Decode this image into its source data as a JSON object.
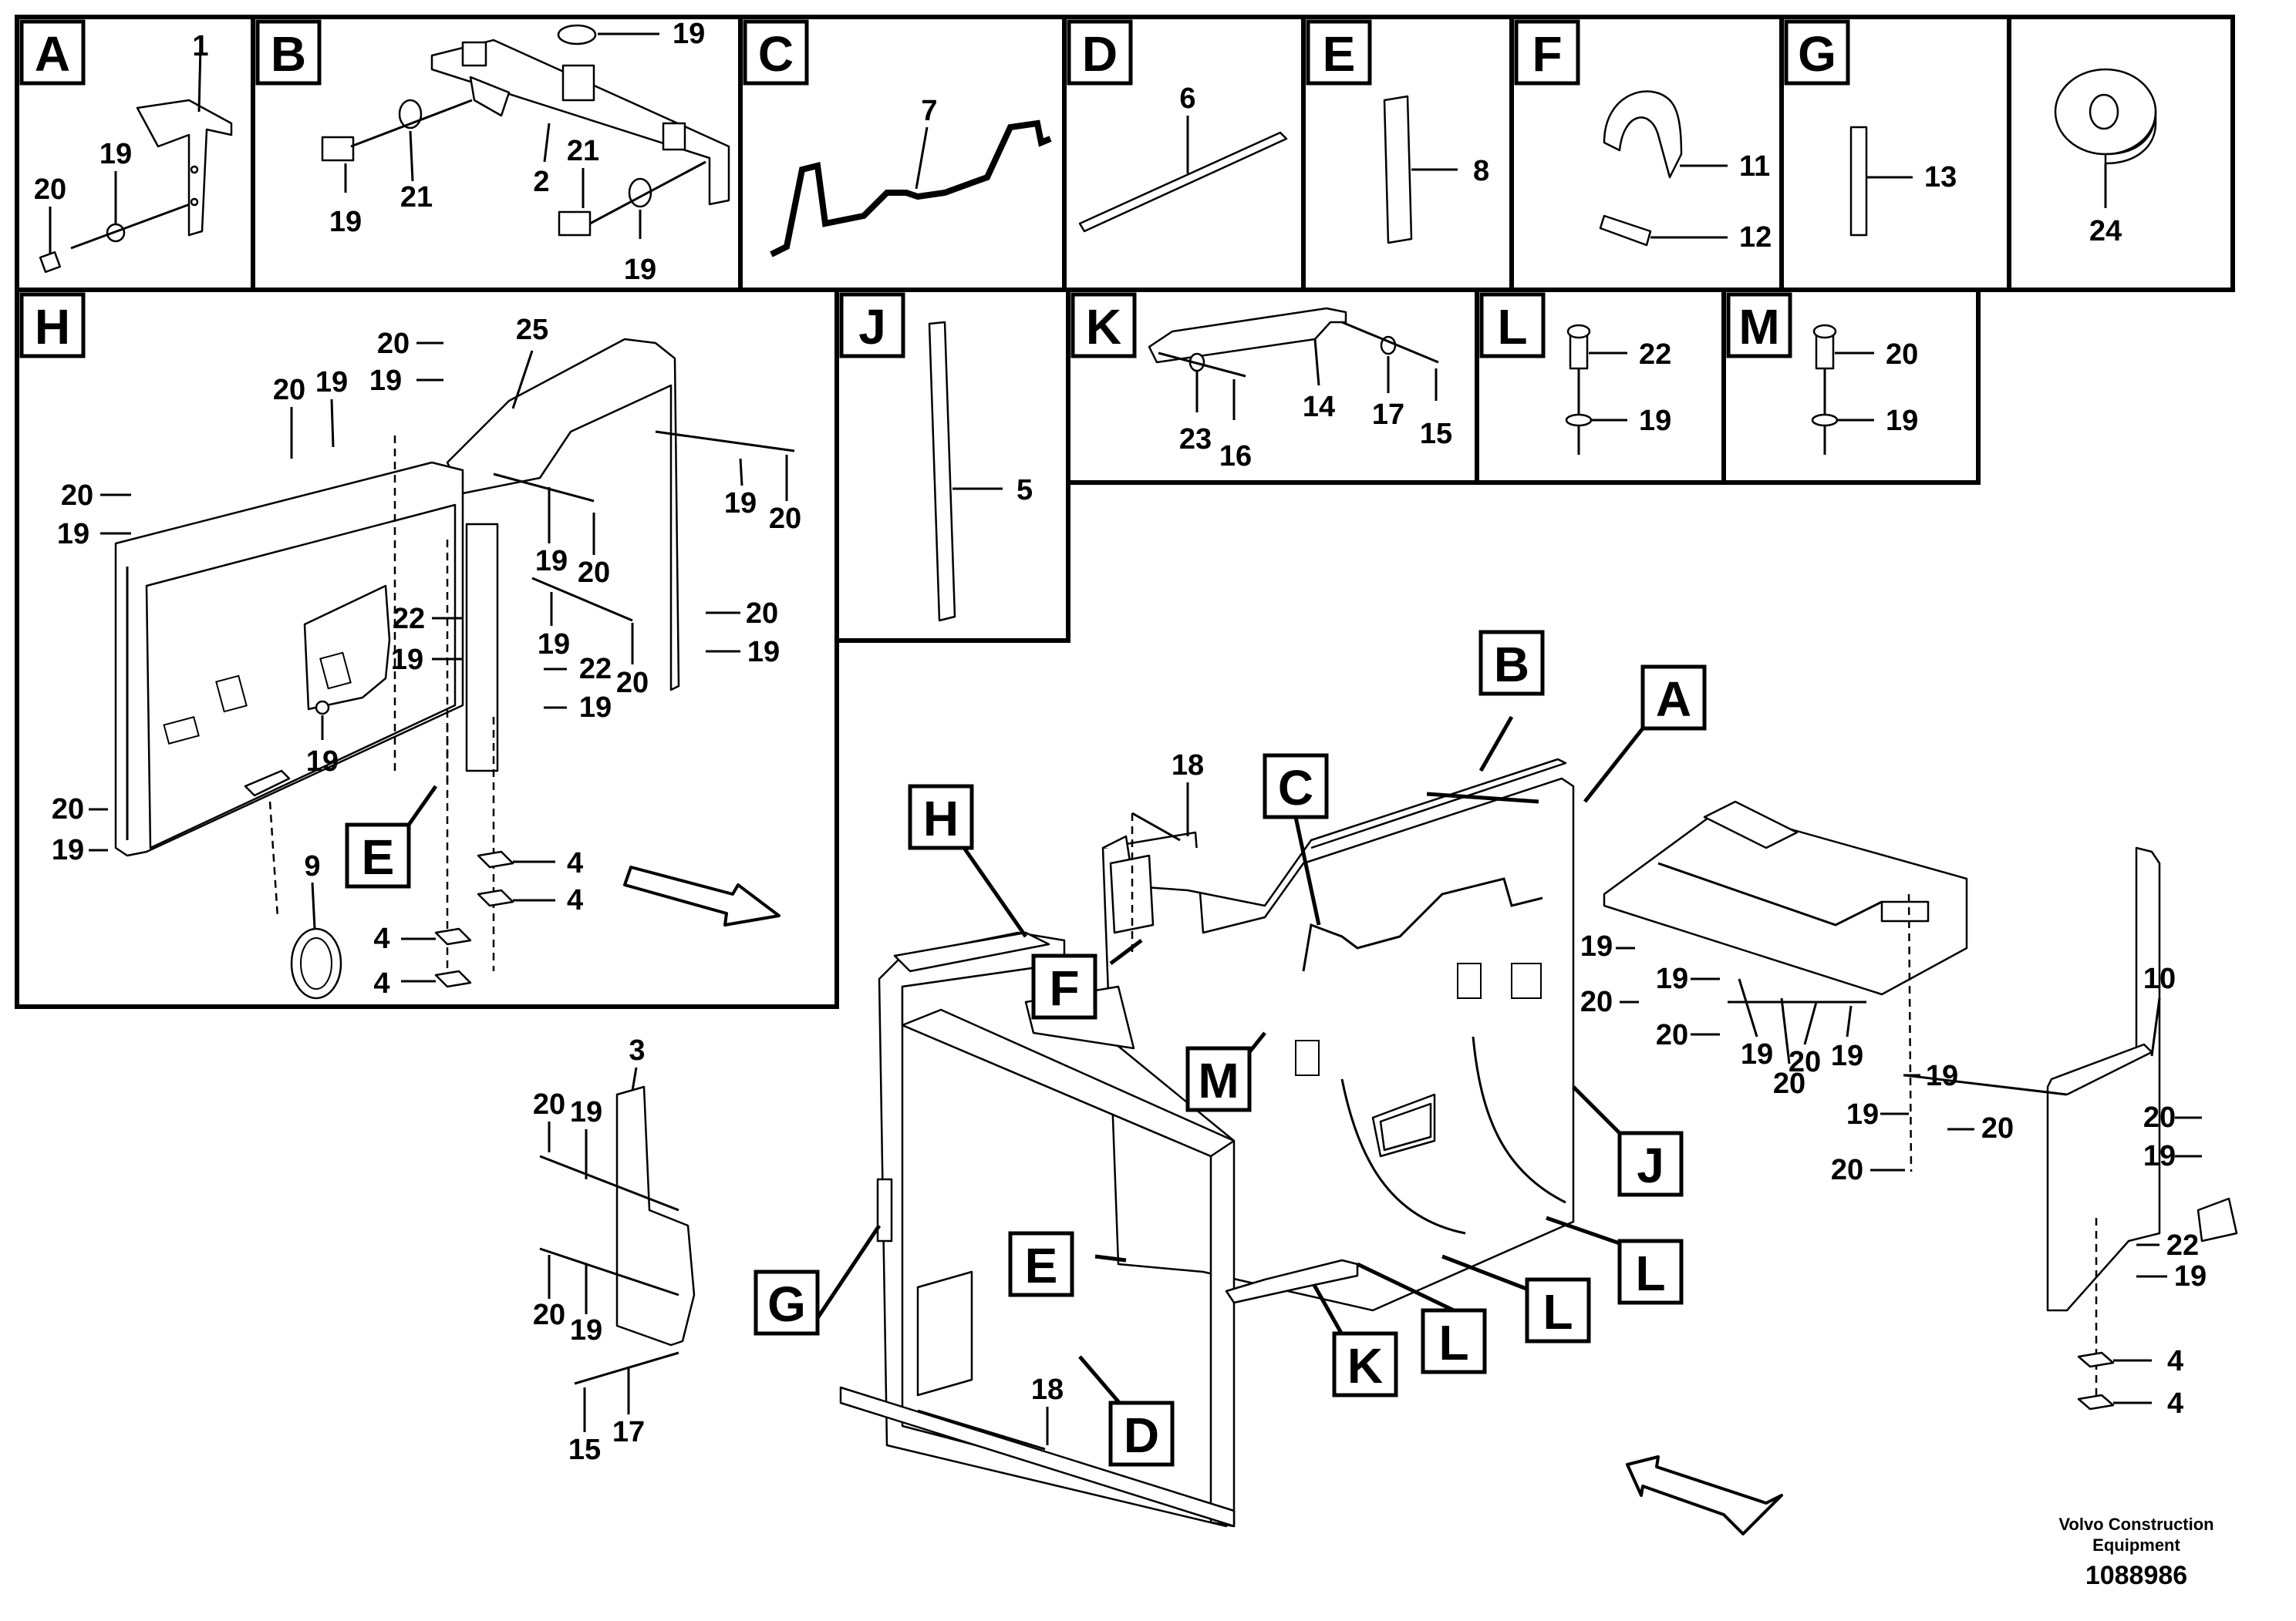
{
  "panels": {
    "A": {
      "label": "A",
      "parts": [
        "1",
        "20",
        "19"
      ]
    },
    "B": {
      "label": "B",
      "parts": [
        "19",
        "2",
        "21",
        "19",
        "21",
        "19"
      ]
    },
    "C": {
      "label": "C",
      "parts": [
        "7"
      ]
    },
    "D": {
      "label": "D",
      "parts": [
        "6"
      ]
    },
    "E": {
      "label": "E",
      "parts": [
        "8"
      ]
    },
    "F": {
      "label": "F",
      "parts": [
        "11",
        "12"
      ]
    },
    "G": {
      "label": "G",
      "parts": [
        "13"
      ]
    },
    "P24": {
      "parts": [
        "24"
      ]
    },
    "H": {
      "label": "H",
      "parts": [
        "25",
        "20",
        "19",
        "20",
        "19",
        "20",
        "19",
        "19",
        "20",
        "19",
        "20",
        "22",
        "19",
        "19",
        "22",
        "19",
        "20",
        "20",
        "19",
        "19",
        "20",
        "19",
        "9",
        "4",
        "4",
        "4",
        "4"
      ],
      "sub_label": "E"
    },
    "J": {
      "label": "J",
      "parts": [
        "5"
      ]
    },
    "K": {
      "label": "K",
      "parts": [
        "14",
        "17",
        "15",
        "23",
        "16"
      ]
    },
    "L": {
      "label": "L",
      "parts": [
        "22",
        "19"
      ]
    },
    "M": {
      "label": "M",
      "parts": [
        "20",
        "19"
      ]
    }
  },
  "main_callouts": [
    "A",
    "B",
    "C",
    "D",
    "E",
    "F",
    "G",
    "H",
    "J",
    "K",
    "L",
    "L",
    "L",
    "M"
  ],
  "main_parts": [
    "18",
    "18",
    "3",
    "20",
    "19",
    "20",
    "19",
    "15",
    "17",
    "10",
    "19",
    "20",
    "19",
    "20",
    "19",
    "20",
    "19",
    "20",
    "19",
    "20",
    "19",
    "20",
    "20",
    "19",
    "22",
    "19",
    "4",
    "4"
  ],
  "footer": {
    "brand": "Volvo Construction",
    "brand2": "Equipment",
    "doc_number": "1088986"
  }
}
